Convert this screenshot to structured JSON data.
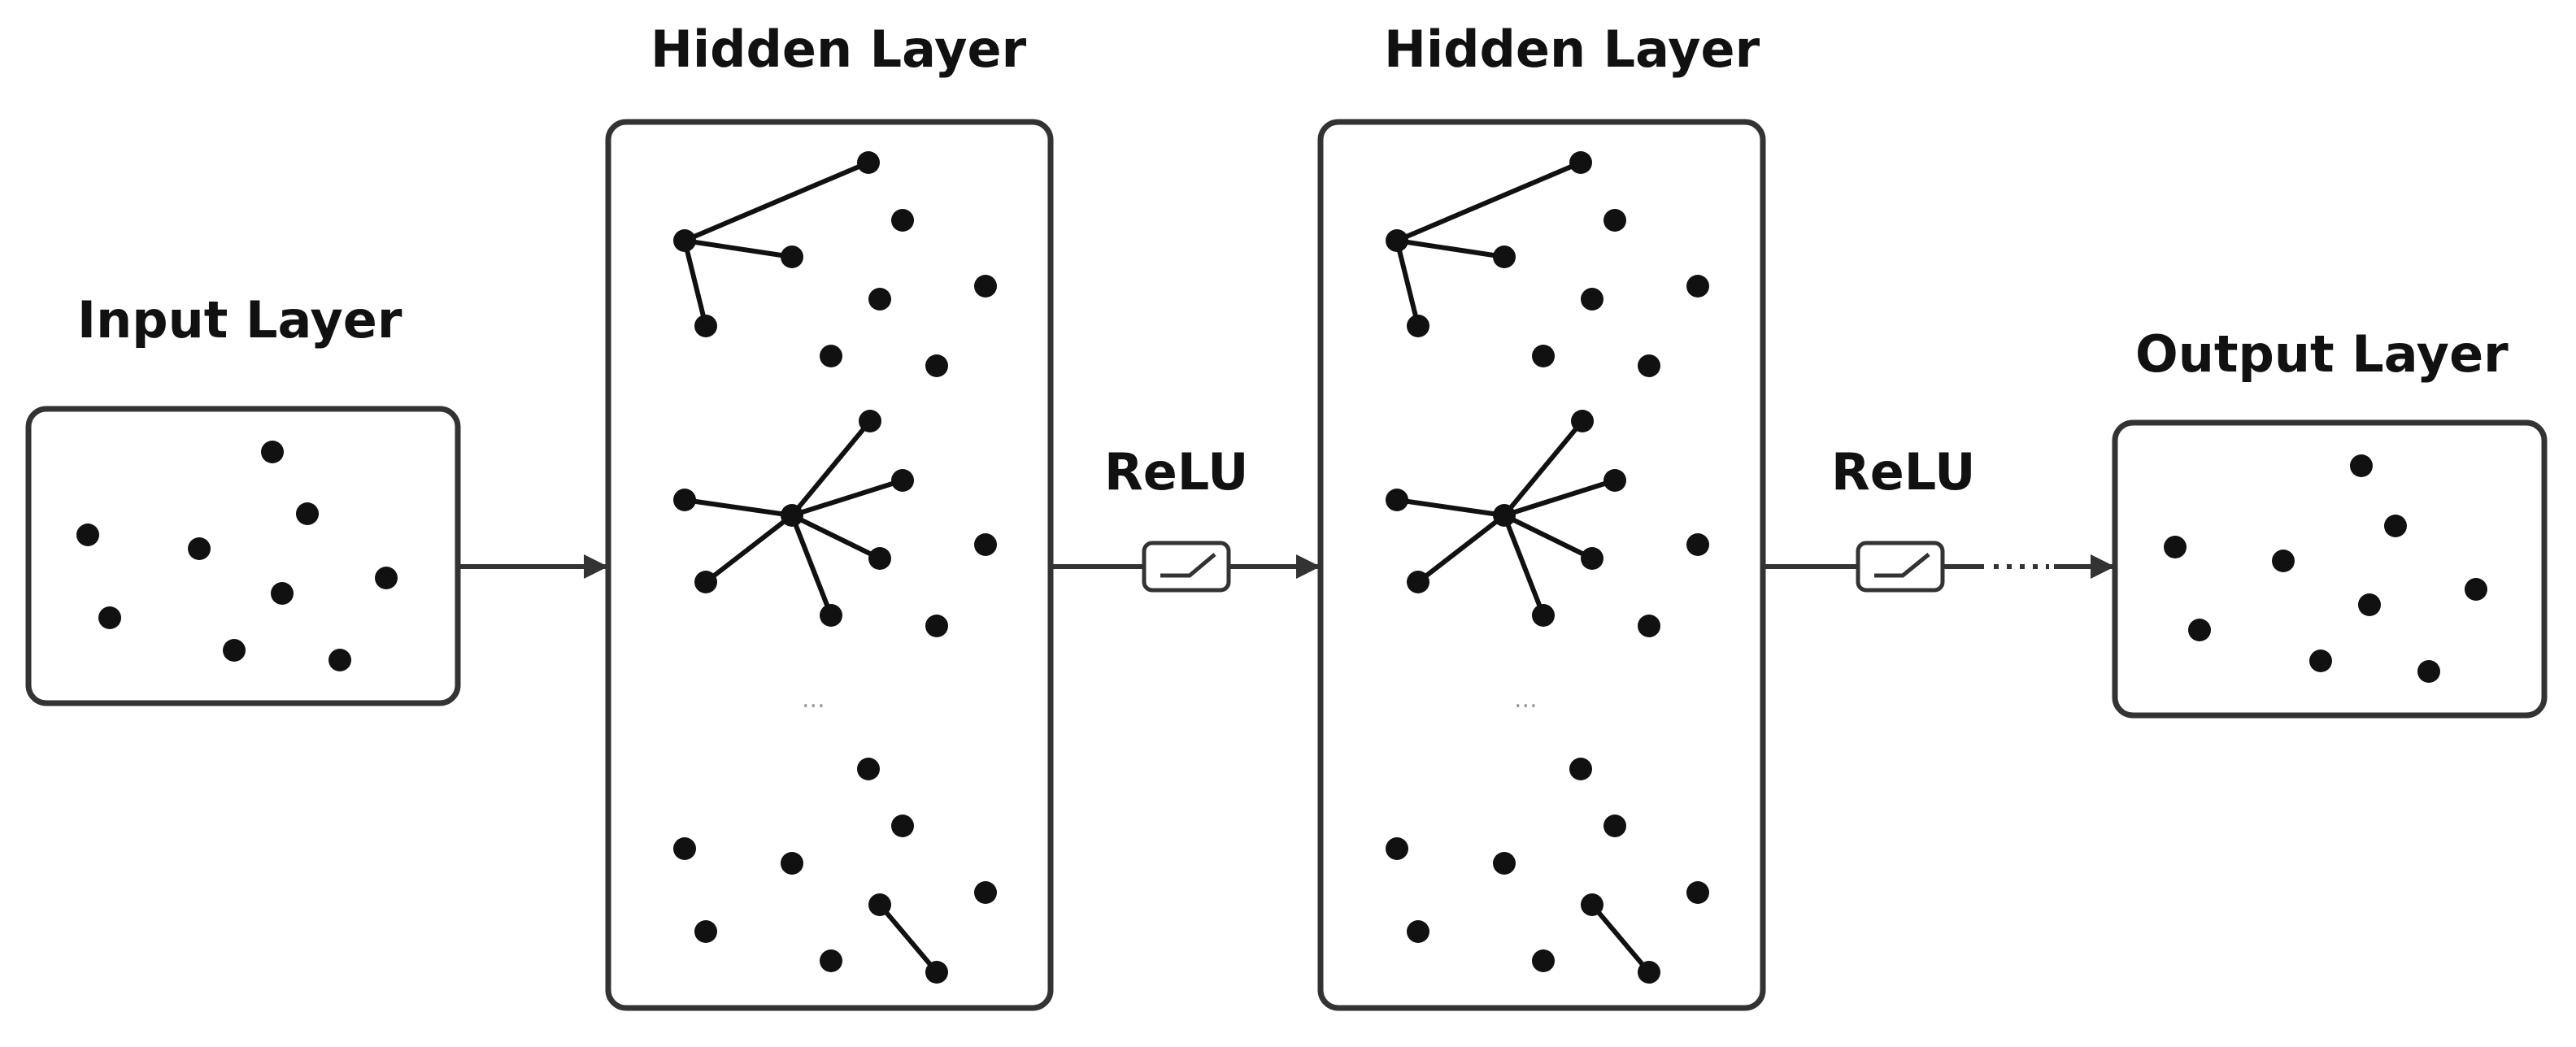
{
  "labels": {
    "input_layer": "Input Layer",
    "hidden_layer_1": "Hidden Layer",
    "hidden_layer_2": "Hidden Layer",
    "output_layer": "Output Layer",
    "activation_1": "ReLU",
    "activation_2": "ReLU"
  },
  "colors": {
    "node": "#111111",
    "edge": "#111111",
    "box_stroke": "#333333",
    "background": "#ffffff"
  }
}
